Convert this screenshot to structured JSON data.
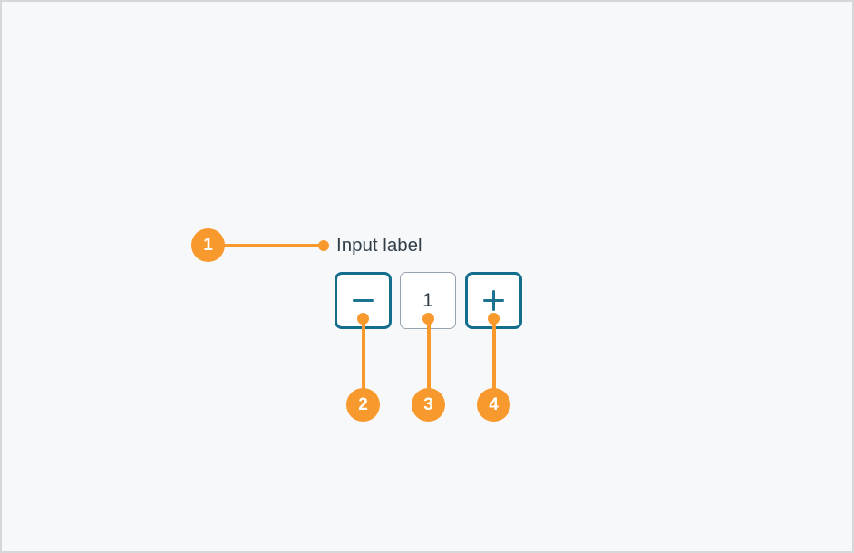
{
  "canvas": {
    "background_color": "#f7f8f9",
    "frame_border_color": "#d5d7da"
  },
  "stepper": {
    "label": "Input label",
    "value": "1",
    "decrement_icon": "minus-icon",
    "increment_icon": "plus-icon",
    "accent_color": "#136d8c",
    "input_border_color": "#97a3b0",
    "text_color": "#323f49"
  },
  "annotations": {
    "color": "#f8992d",
    "markers": [
      {
        "number": "1",
        "points_to": "input-label"
      },
      {
        "number": "2",
        "points_to": "decrement-button"
      },
      {
        "number": "3",
        "points_to": "value-input"
      },
      {
        "number": "4",
        "points_to": "increment-button"
      }
    ]
  }
}
